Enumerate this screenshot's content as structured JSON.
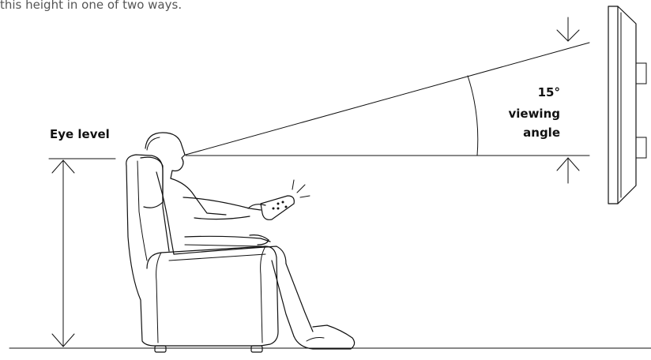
{
  "caption": "this height in one of two ways.",
  "labels": {
    "eye_level": "Eye level",
    "angle_value": "15°",
    "angle_word1": "viewing",
    "angle_word2": "angle"
  },
  "icons": [
    "remote-control-icon",
    "tv-icon",
    "recliner-icon",
    "person-icon"
  ],
  "colors": {
    "ink": "#111111",
    "caption": "#555555",
    "background": "#ffffff"
  }
}
